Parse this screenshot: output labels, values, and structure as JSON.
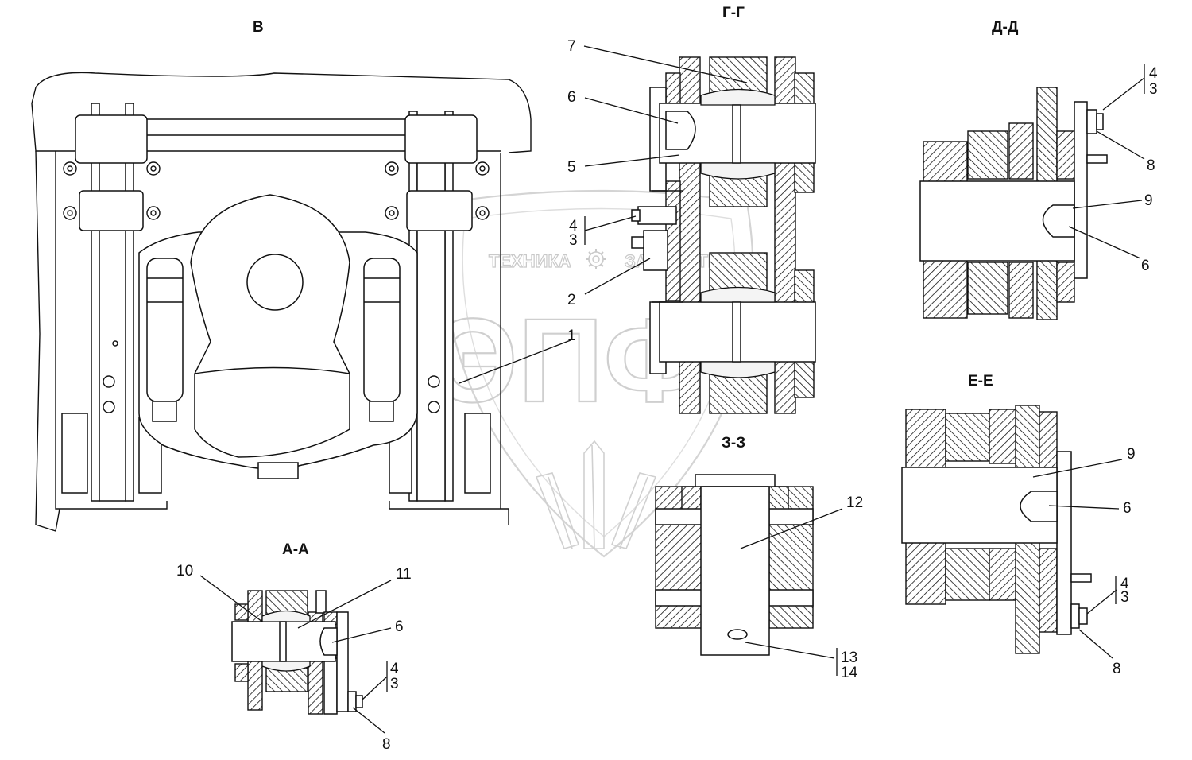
{
  "views": {
    "v": "В",
    "gg": "Г-Г",
    "dd": "Д-Д",
    "aa": "А-А",
    "zz": "З-З",
    "ee": "Е-Е"
  },
  "watermark": {
    "brand_left": "ТЕХНИКА",
    "brand_right": "ЗАПЧАСТИ",
    "logo_letters": "ЭПФ",
    "gear_icon": "gear-icon",
    "shield_icon": "shield-wheat-icon"
  },
  "callouts": {
    "gg_7": "7",
    "gg_6": "6",
    "gg_5": "5",
    "gg_4": "4",
    "gg_3": "3",
    "gg_2": "2",
    "gg_1": "1",
    "dd_4": "4",
    "dd_3": "3",
    "dd_8": "8",
    "dd_9": "9",
    "dd_6": "6",
    "ee_9": "9",
    "ee_6": "6",
    "ee_4": "4",
    "ee_3": "3",
    "ee_8": "8",
    "zz_12": "12",
    "zz_13": "13",
    "zz_14": "14",
    "aa_10": "10",
    "aa_11": "11",
    "aa_6": "6",
    "aa_4": "4",
    "aa_3": "3",
    "aa_8": "8"
  }
}
